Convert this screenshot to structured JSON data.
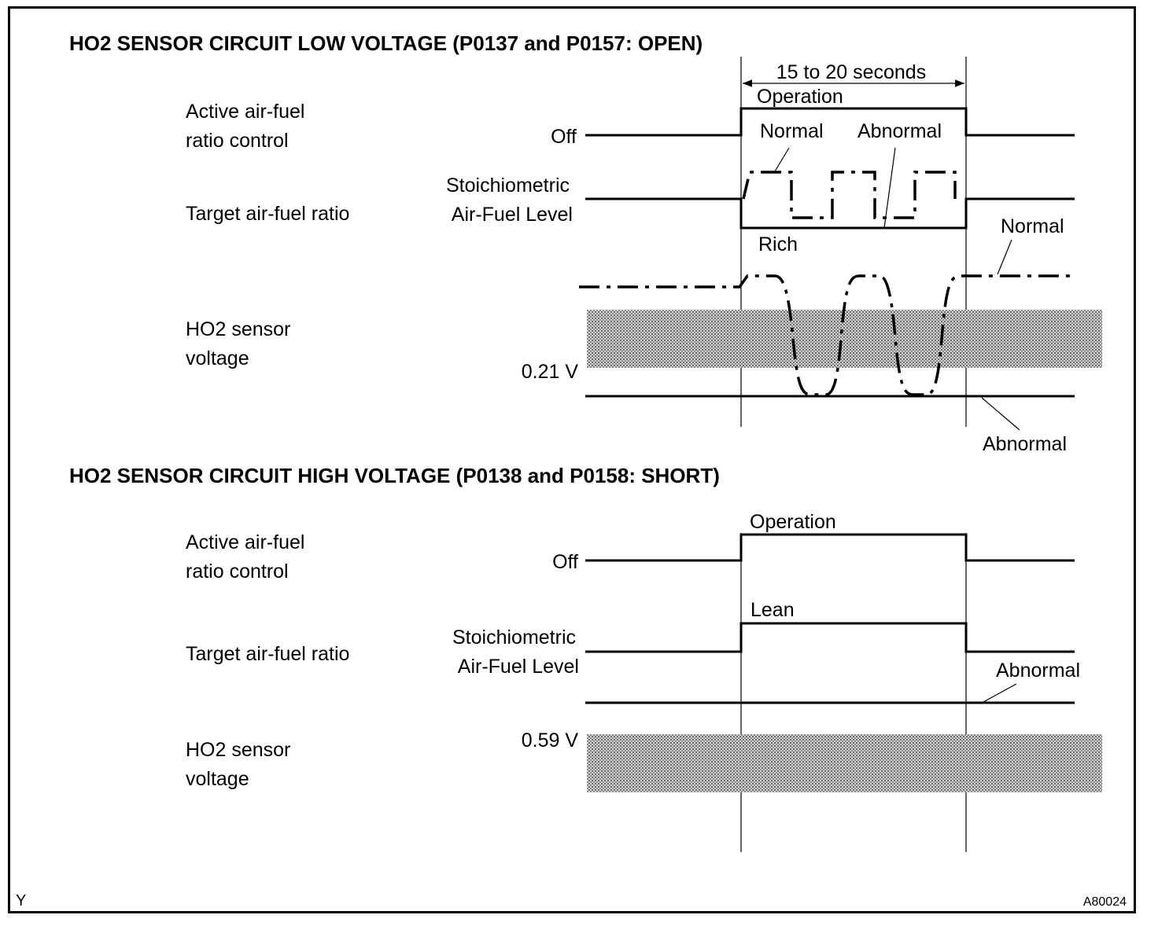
{
  "section_low": {
    "title": "HO2 SENSOR CIRCUIT LOW VOLTAGE (P0137 and P0157: OPEN)",
    "duration": "15 to 20 seconds",
    "row_active_1": "Active air-fuel",
    "row_active_2": "ratio control",
    "row_target": "Target air-fuel ratio",
    "row_sensor_1": "HO2 sensor",
    "row_sensor_2": "voltage",
    "off": "Off",
    "operation": "Operation",
    "stoich_1": "Stoichiometric",
    "stoich_2": "Air-Fuel Level",
    "normal_target": "Normal",
    "abnormal_target": "Abnormal",
    "rich": "Rich",
    "normal_sensor": "Normal",
    "abnormal_sensor": "Abnormal",
    "threshold": "0.21 V"
  },
  "section_high": {
    "title": "HO2 SENSOR CIRCUIT HIGH VOLTAGE (P0138 and P0158: SHORT)",
    "row_active_1": "Active air-fuel",
    "row_active_2": "ratio control",
    "row_target": "Target air-fuel ratio",
    "row_sensor_1": "HO2 sensor",
    "row_sensor_2": "voltage",
    "off": "Off",
    "operation": "Operation",
    "lean": "Lean",
    "stoich_1": "Stoichiometric",
    "stoich_2": "Air-Fuel Level",
    "abnormal": "Abnormal",
    "threshold": "0.59 V"
  },
  "footer": {
    "left_mark": "Y",
    "figure_id": "A80024"
  },
  "colors": {
    "line": "#000000",
    "band_fill": "#bdbdbd"
  }
}
